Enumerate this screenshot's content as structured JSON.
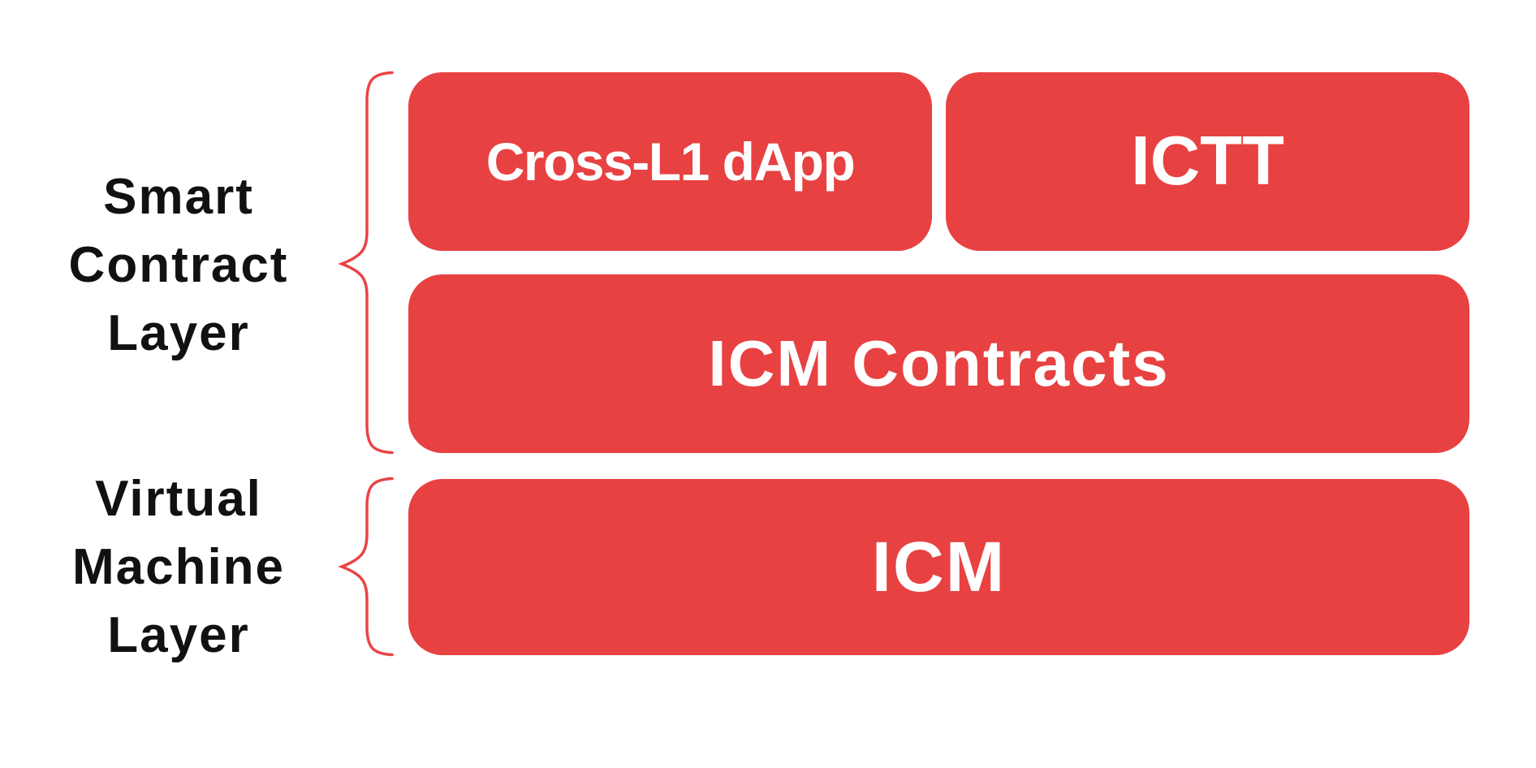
{
  "diagram": {
    "colors": {
      "background": "#ffffff",
      "box_red": "#e84142",
      "brace_red": "#ea4346",
      "label_black": "#111111",
      "box_text": "#ffffff"
    },
    "layers": [
      {
        "id": "smart-contract-layer",
        "lines": [
          "Smart",
          "Contract",
          "Layer"
        ]
      },
      {
        "id": "virtual-machine-layer",
        "lines": [
          "Virtual",
          "Machine",
          "Layer"
        ]
      }
    ],
    "boxes": [
      {
        "id": "cross-l1-dapp",
        "label": "Cross-L1 dApp"
      },
      {
        "id": "ictt",
        "label": "ICTT"
      },
      {
        "id": "icm-contracts",
        "label": "ICM Contracts"
      },
      {
        "id": "icm",
        "label": "ICM"
      }
    ]
  }
}
